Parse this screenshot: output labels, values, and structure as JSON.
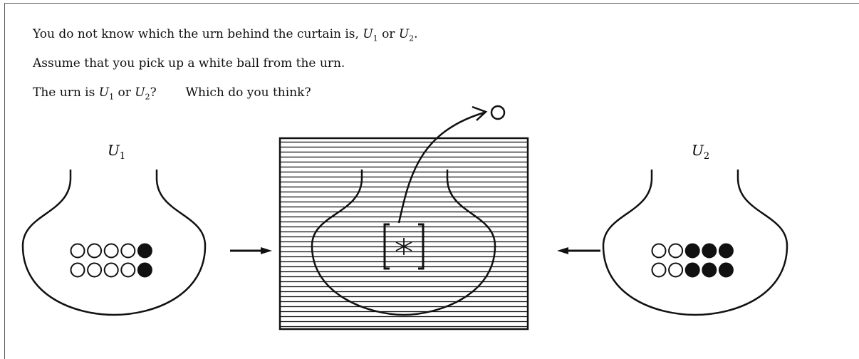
{
  "text": {
    "line1_prefix": "You do not know which the urn behind the curtain is,",
    "line1_or": "or",
    "line1_end": ".",
    "line2": "Assume that you pick up a white ball from the urn.",
    "line3_prefix": "The urn is",
    "line3_or": "or",
    "line3_q": "?",
    "line3_question": "Which do you think?"
  },
  "symbols": {
    "urn1": "U",
    "urn1_sub": "1",
    "urn2": "U",
    "urn2_sub": "2",
    "hidden_mark": "*"
  },
  "urn1_balls": {
    "white": 8,
    "black": 2
  },
  "urn2_balls": {
    "white": 4,
    "black": 6
  },
  "drawn_ball": "white"
}
